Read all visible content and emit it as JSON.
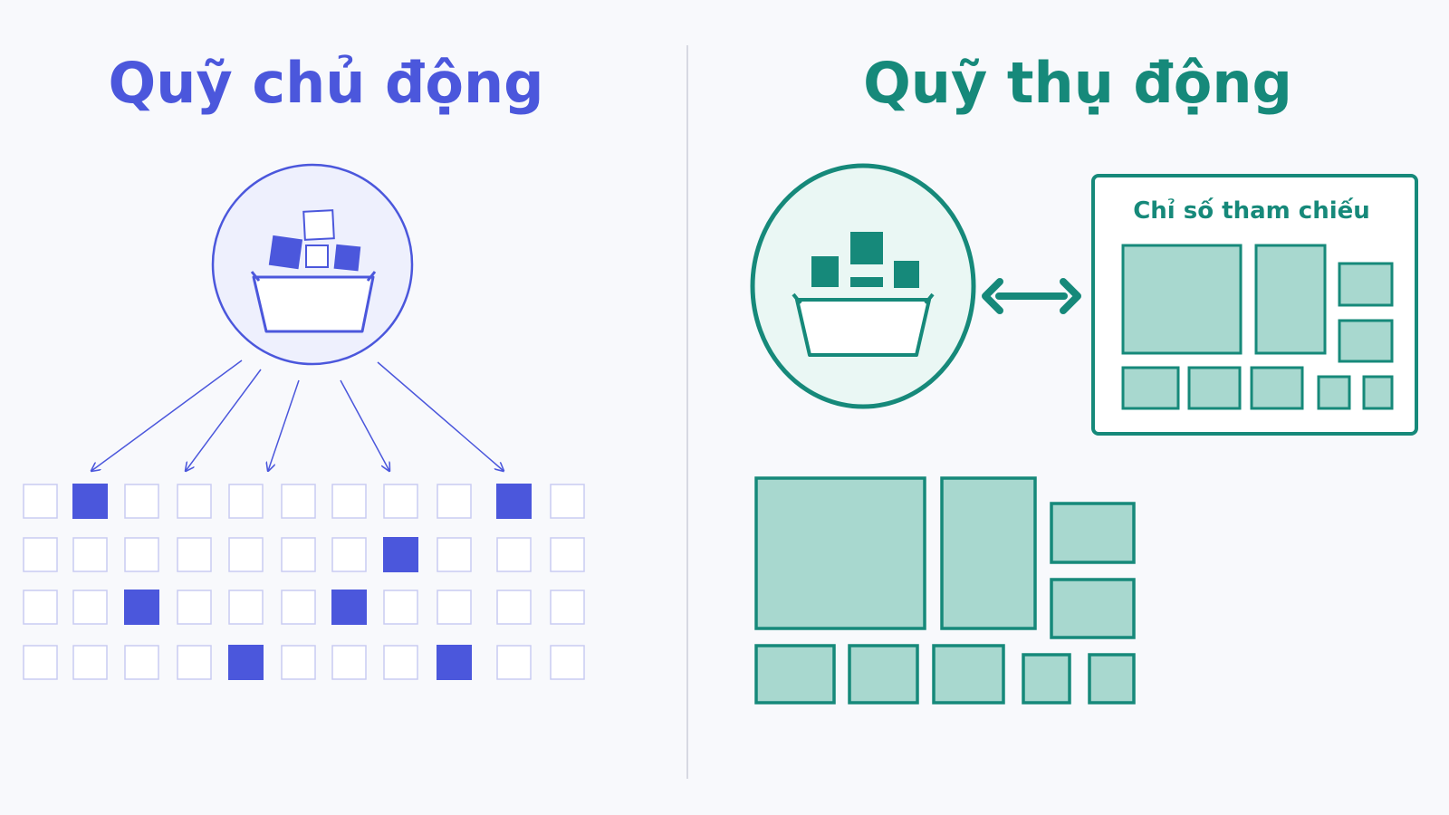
{
  "active_fund": {
    "title": "Quỹ chủ động",
    "grid": {
      "rows": 4,
      "cols": 11,
      "selected": [
        [
          0,
          1
        ],
        [
          0,
          9
        ],
        [
          1,
          7
        ],
        [
          2,
          2
        ],
        [
          2,
          6
        ],
        [
          3,
          4
        ],
        [
          3,
          8
        ]
      ]
    },
    "basket_icon": "basket-with-boxes-icon"
  },
  "passive_fund": {
    "title": "Quỹ thụ động",
    "index_label": "Chỉ số tham chiếu",
    "basket_icon": "basket-with-boxes-icon",
    "link_icon": "double-arrow-icon"
  },
  "colors": {
    "active": "#4b57dc",
    "active_light": "#eef0fd",
    "active_grid": "#c9ccf2",
    "passive": "#16897a",
    "passive_fill": "#a8d8cf",
    "passive_light": "#eaf7f4",
    "divider": "#d7d9e2",
    "background": "#f8f9fc"
  }
}
